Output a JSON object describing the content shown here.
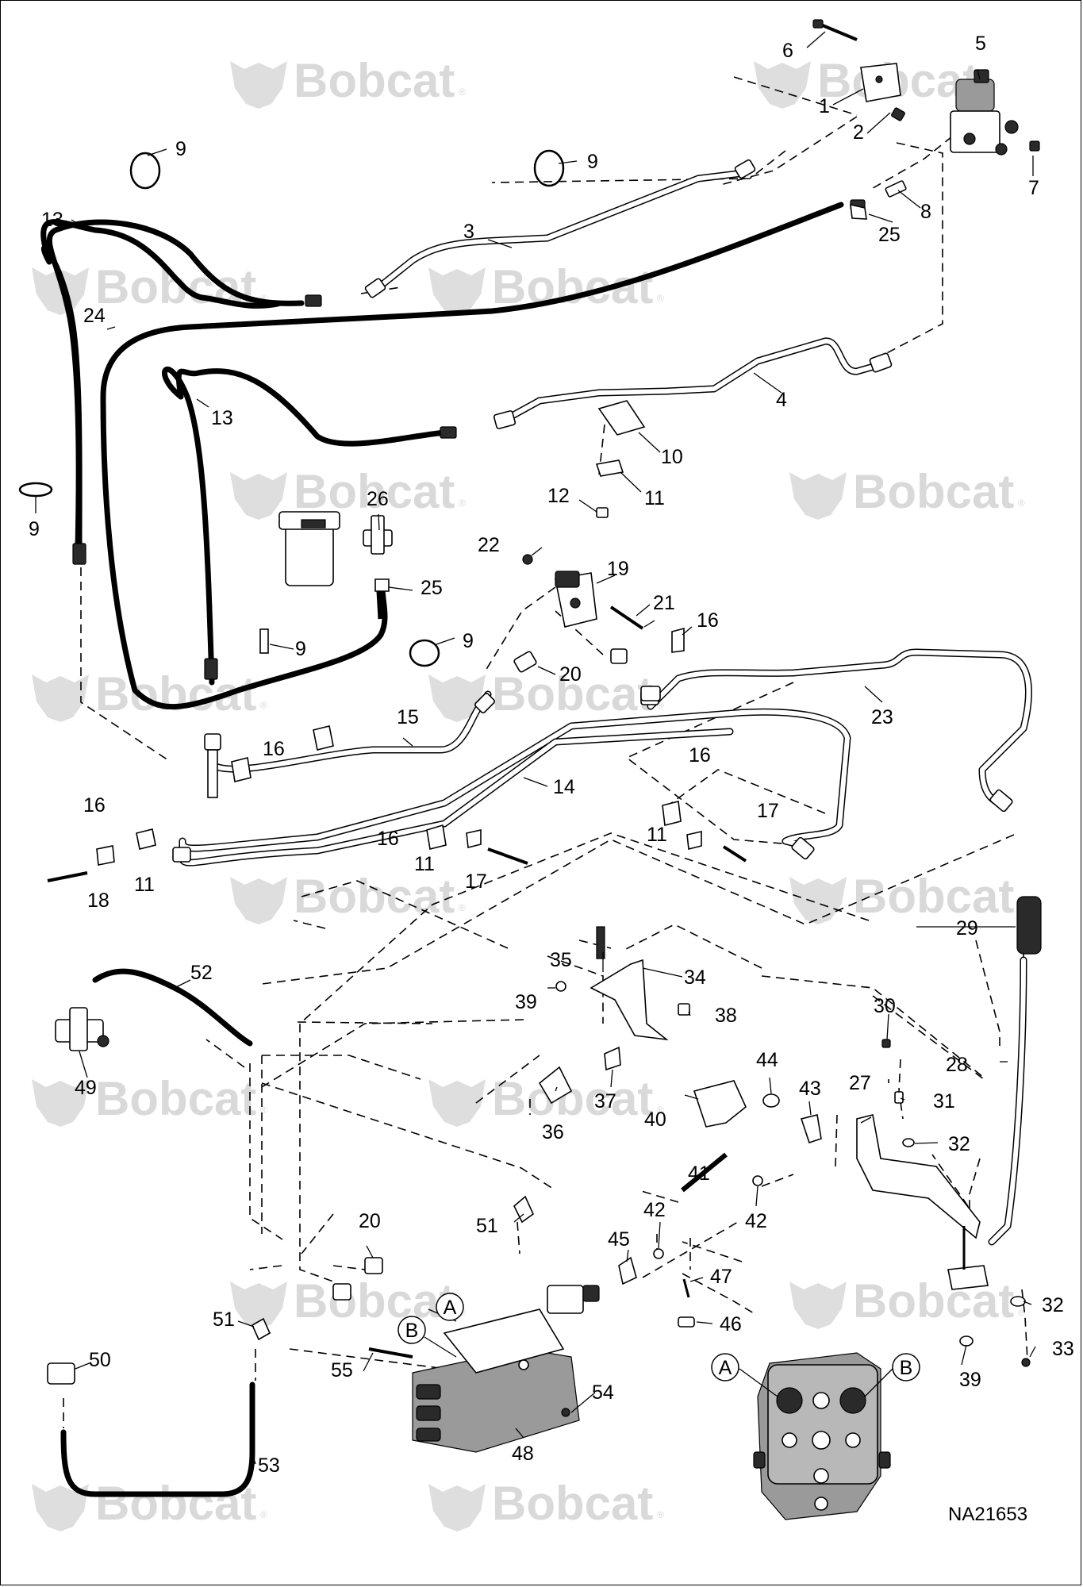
{
  "watermark": {
    "brand": "Bobcat",
    "reg": "®"
  },
  "drawing_id": "NA21653",
  "detail_letters": {
    "a": "A",
    "b": "B"
  },
  "callouts": [
    {
      "id": "c1",
      "text": "1"
    },
    {
      "id": "c2",
      "text": "2"
    },
    {
      "id": "c3",
      "text": "3"
    },
    {
      "id": "c4",
      "text": "4"
    },
    {
      "id": "c5",
      "text": "5"
    },
    {
      "id": "c6",
      "text": "6"
    },
    {
      "id": "c7",
      "text": "7"
    },
    {
      "id": "c8",
      "text": "8"
    },
    {
      "id": "c9a",
      "text": "9"
    },
    {
      "id": "c9b",
      "text": "9"
    },
    {
      "id": "c9c",
      "text": "9"
    },
    {
      "id": "c9d",
      "text": "9"
    },
    {
      "id": "c9e",
      "text": "9"
    },
    {
      "id": "c10",
      "text": "10"
    },
    {
      "id": "c11a",
      "text": "11"
    },
    {
      "id": "c11b",
      "text": "11"
    },
    {
      "id": "c11c",
      "text": "11"
    },
    {
      "id": "c11d",
      "text": "11"
    },
    {
      "id": "c12",
      "text": "12"
    },
    {
      "id": "c13a",
      "text": "13"
    },
    {
      "id": "c13b",
      "text": "13"
    },
    {
      "id": "c14",
      "text": "14"
    },
    {
      "id": "c15",
      "text": "15"
    },
    {
      "id": "c16a",
      "text": "16"
    },
    {
      "id": "c16b",
      "text": "16"
    },
    {
      "id": "c16c",
      "text": "16"
    },
    {
      "id": "c16d",
      "text": "16"
    },
    {
      "id": "c16e",
      "text": "16"
    },
    {
      "id": "c17a",
      "text": "17"
    },
    {
      "id": "c17b",
      "text": "17"
    },
    {
      "id": "c18",
      "text": "18"
    },
    {
      "id": "c19",
      "text": "19"
    },
    {
      "id": "c20a",
      "text": "20"
    },
    {
      "id": "c20b",
      "text": "20"
    },
    {
      "id": "c21",
      "text": "21"
    },
    {
      "id": "c22",
      "text": "22"
    },
    {
      "id": "c23",
      "text": "23"
    },
    {
      "id": "c24",
      "text": "24"
    },
    {
      "id": "c25a",
      "text": "25"
    },
    {
      "id": "c25b",
      "text": "25"
    },
    {
      "id": "c26",
      "text": "26"
    },
    {
      "id": "c27",
      "text": "27"
    },
    {
      "id": "c28",
      "text": "28"
    },
    {
      "id": "c29",
      "text": "29"
    },
    {
      "id": "c30",
      "text": "30"
    },
    {
      "id": "c31",
      "text": "31"
    },
    {
      "id": "c32a",
      "text": "32"
    },
    {
      "id": "c32b",
      "text": "32"
    },
    {
      "id": "c33",
      "text": "33"
    },
    {
      "id": "c34",
      "text": "34"
    },
    {
      "id": "c35",
      "text": "35"
    },
    {
      "id": "c36",
      "text": "36"
    },
    {
      "id": "c37",
      "text": "37"
    },
    {
      "id": "c38",
      "text": "38"
    },
    {
      "id": "c39a",
      "text": "39"
    },
    {
      "id": "c39b",
      "text": "39"
    },
    {
      "id": "c40",
      "text": "40"
    },
    {
      "id": "c41",
      "text": "41"
    },
    {
      "id": "c42a",
      "text": "42"
    },
    {
      "id": "c42b",
      "text": "42"
    },
    {
      "id": "c43",
      "text": "43"
    },
    {
      "id": "c44",
      "text": "44"
    },
    {
      "id": "c45",
      "text": "45"
    },
    {
      "id": "c46",
      "text": "46"
    },
    {
      "id": "c47",
      "text": "47"
    },
    {
      "id": "c48",
      "text": "48"
    },
    {
      "id": "c49",
      "text": "49"
    },
    {
      "id": "c50",
      "text": "50"
    },
    {
      "id": "c51a",
      "text": "51"
    },
    {
      "id": "c51b",
      "text": "51"
    },
    {
      "id": "c52",
      "text": "52"
    },
    {
      "id": "c53",
      "text": "53"
    },
    {
      "id": "c54",
      "text": "54"
    },
    {
      "id": "c55",
      "text": "55"
    }
  ]
}
